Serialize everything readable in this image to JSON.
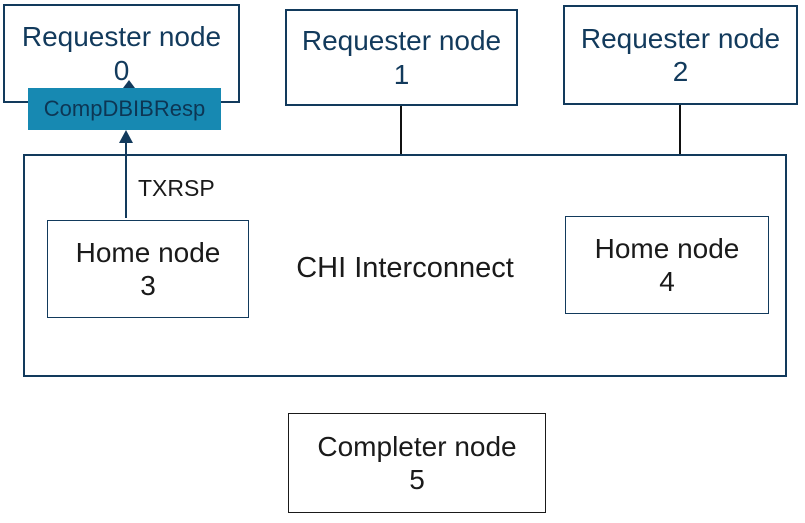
{
  "diagram": {
    "nodes": {
      "requester0": {
        "label": "Requester node",
        "number": "0"
      },
      "requester1": {
        "label": "Requester node",
        "number": "1"
      },
      "requester2": {
        "label": "Requester node",
        "number": "2"
      },
      "home3": {
        "label": "Home node",
        "number": "3"
      },
      "home4": {
        "label": "Home node",
        "number": "4"
      },
      "completer5": {
        "label": "Completer node",
        "number": "5"
      }
    },
    "interconnect": {
      "label": "CHI Interconnect"
    },
    "message": {
      "badge_label": "CompDBIBResp",
      "channel_label": "TXRSP"
    },
    "colors": {
      "navy": "#123a5c",
      "badge_background": "#1789b2",
      "text_black": "#1a1a1a",
      "connector_black": "#111111",
      "background": "#ffffff"
    }
  }
}
